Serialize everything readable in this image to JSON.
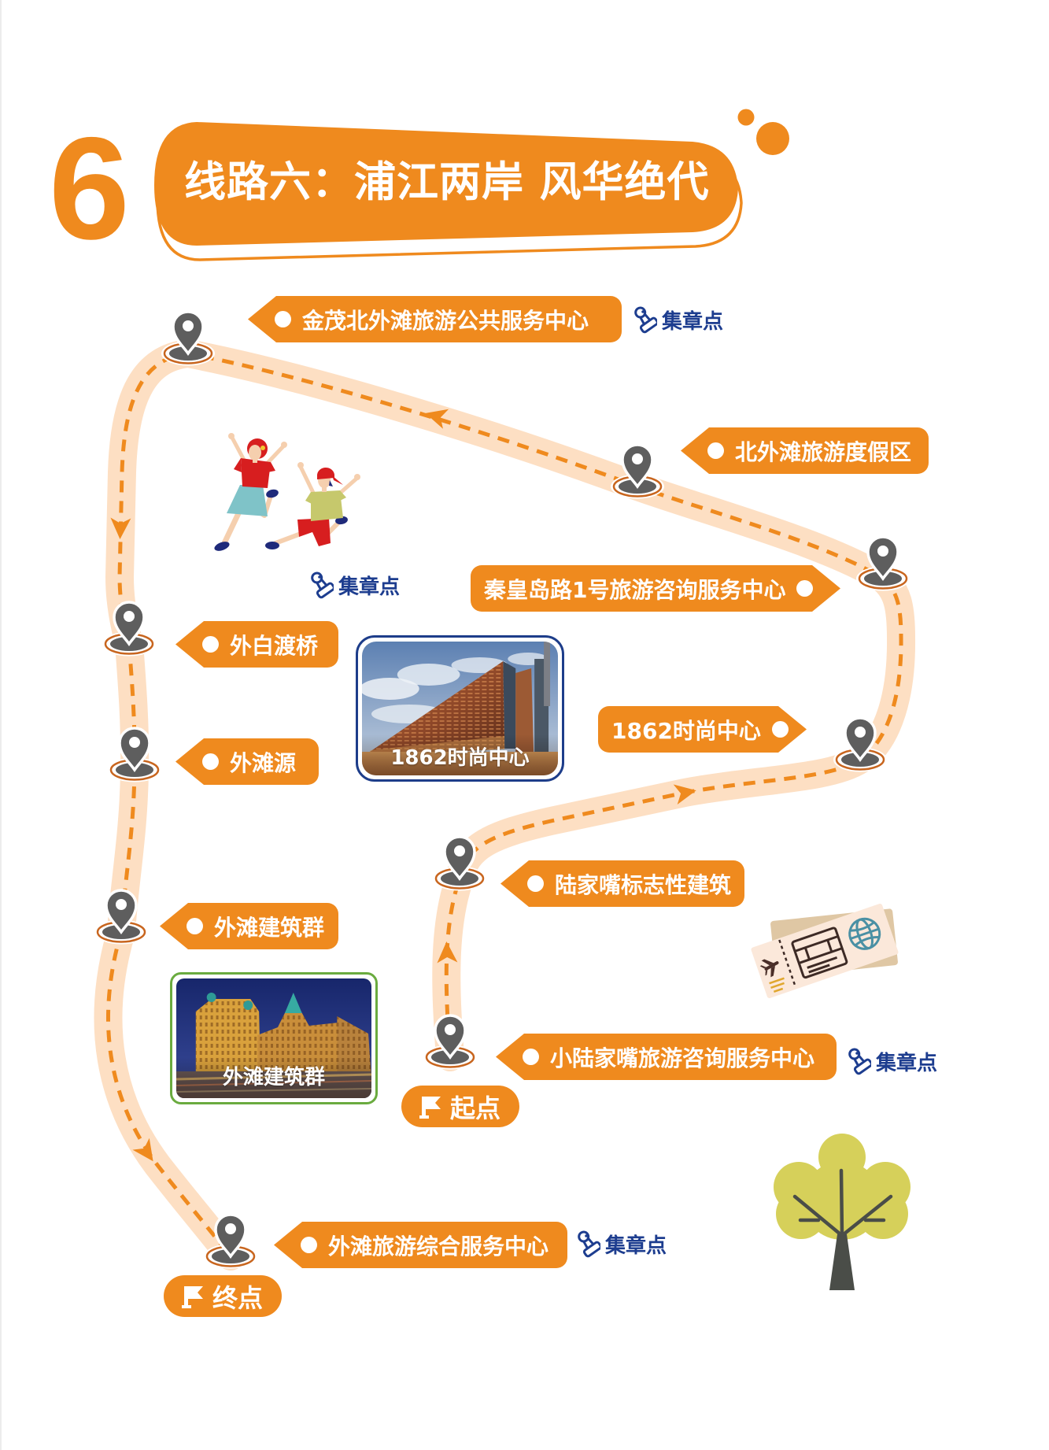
{
  "title": {
    "number": "6",
    "text": "线路六：浦江两岸 风华绝代"
  },
  "stamp_label": "集章点",
  "start_label": "起点",
  "end_label": "终点",
  "stops": [
    {
      "name": "小陆家嘴旅游咨询服务中心",
      "stamp": true,
      "marker": "start"
    },
    {
      "name": "陆家嘴标志性建筑",
      "stamp": false
    },
    {
      "name": "1862时尚中心",
      "stamp": false
    },
    {
      "name": "秦皇岛路1号旅游咨询服务中心",
      "stamp": true
    },
    {
      "name": "北外滩旅游度假区",
      "stamp": false
    },
    {
      "name": "金茂北外滩旅游公共服务中心",
      "stamp": true
    },
    {
      "name": "外白渡桥",
      "stamp": false
    },
    {
      "name": "外滩源",
      "stamp": false
    },
    {
      "name": "外滩建筑群",
      "stamp": false
    },
    {
      "name": "外滩旅游综合服务中心",
      "stamp": true,
      "marker": "end"
    }
  ],
  "photos": [
    {
      "caption": "1862时尚中心"
    },
    {
      "caption": "外滩建筑群"
    }
  ],
  "icons": {
    "stop": "map-pin-icon",
    "stamp": "stamp-icon",
    "marker": "flag-icon",
    "direction": "arrowhead-icon",
    "decorations": [
      "children-illustration",
      "plane-ticket-illustration",
      "tree-illustration"
    ]
  },
  "colors": {
    "accent": "#ef8a1e",
    "route_band": "#fddfc3",
    "pin": "#5e5e5e",
    "pin_ring": "#c8651e",
    "stamp_text": "#1d3d8f",
    "photo_1_border": "#1d3d8a",
    "photo_2_border": "#6aab3f"
  }
}
